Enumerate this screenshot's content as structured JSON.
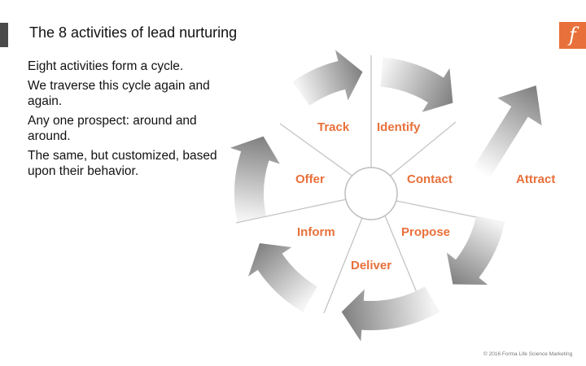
{
  "header": {
    "title": "The 8 activities of lead nurturing",
    "logo_text": "f"
  },
  "bullets": [
    "Eight activities form a cycle.",
    "We traverse this cycle again and again.",
    "Any one prospect: around and around.",
    "The same, but customized, based upon their behavior."
  ],
  "cycle": {
    "steps": [
      "Identify",
      "Attract",
      "Contact",
      "Propose",
      "Deliver",
      "Inform",
      "Offer",
      "Track"
    ],
    "label_color": "#e8703a",
    "arrow_color": "#8a8a8a"
  },
  "footer": {
    "copyright": "© 2016 Forma Life Science Marketing"
  }
}
